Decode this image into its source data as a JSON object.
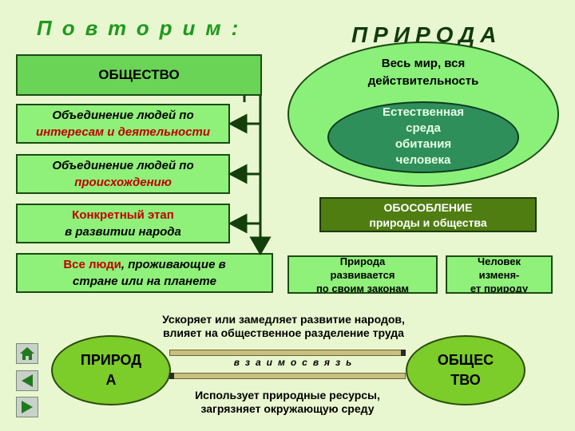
{
  "title_left": "Повторим:",
  "title_right": "ПРИРОДА",
  "society": {
    "header": "ОБЩЕСТВО",
    "def1_line1": "Объединение людей по",
    "def1_line2": "интересам и деятельности",
    "def2_line1": "Объединение людей по",
    "def2_line2": "происхождению",
    "def3_line1": "Конкретный этап",
    "def3_line2": "в развитии народа",
    "def4_part1": "Все люди",
    "def4_part2": ", проживающие в",
    "def4_line2": "стране или на планете"
  },
  "nature": {
    "outer_line1": "Весь мир, вся",
    "outer_line2": "действительность",
    "inner_line1": "Естественная",
    "inner_line2": "среда",
    "inner_line3": "обитания",
    "inner_line4": "человека",
    "sep_line1": "ОБОСОБЛЕНИЕ",
    "sep_line2": "природы и общества",
    "left_line1": "Природа",
    "left_line2": "развивается",
    "left_line3": "по своим законам",
    "right_line1": "Человек",
    "right_line2": "изменя-",
    "right_line3": "ет природу"
  },
  "interaction": {
    "top_line1": "Ускоряет или замедляет развитие народов,",
    "top_line2": "влияет на общественное разделение труда",
    "left_line1": "ПРИРОД",
    "left_line2": "А",
    "right_line1": "ОБЩЕС",
    "right_line2": "ТВО",
    "middle": "взаимосвязь",
    "bottom_line1": "Использует природные ресурсы,",
    "bottom_line2": "загрязняет окружающую среду"
  },
  "nav": {
    "home_icon": "home-icon",
    "back_icon": "triangle-left-icon",
    "forward_icon": "triangle-right-icon"
  },
  "colors": {
    "box_green": "#8ff07a",
    "header_green": "#6ad456",
    "dark_green": "#4f7d12",
    "red_text": "#c00000"
  }
}
